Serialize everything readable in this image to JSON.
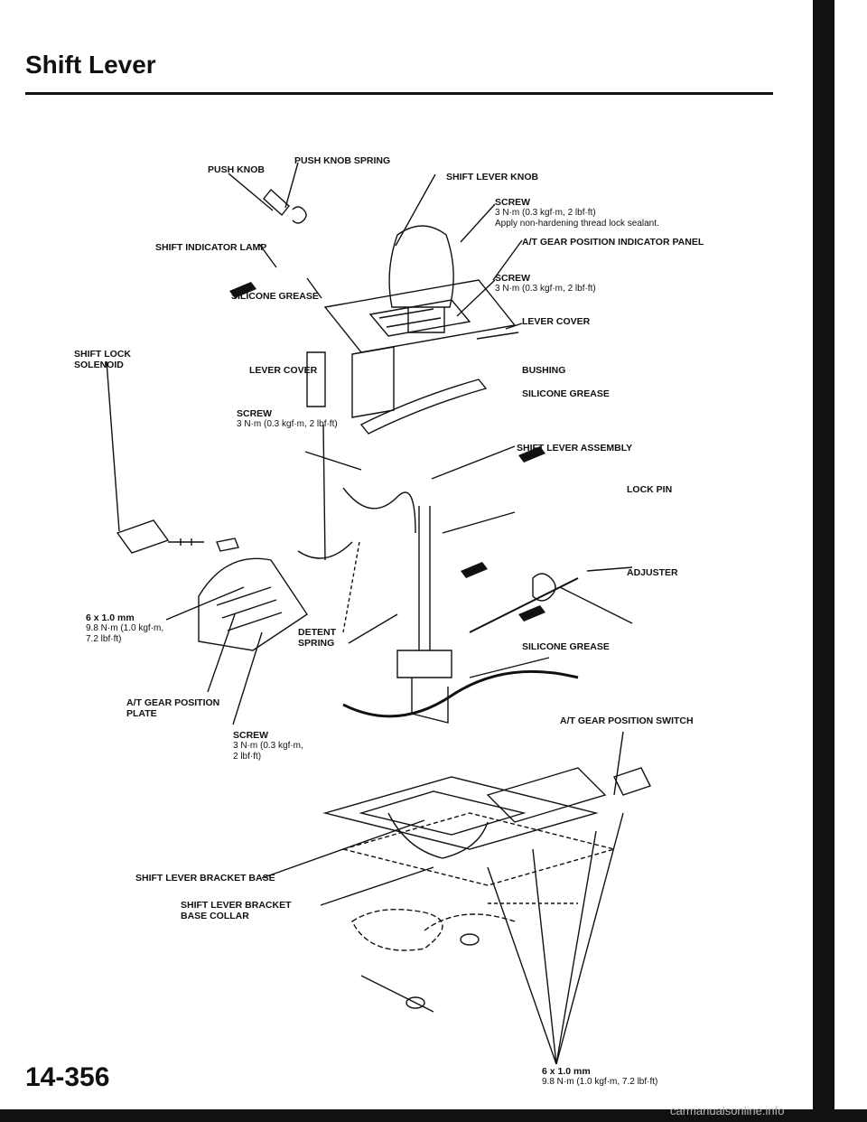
{
  "page": {
    "title": "Shift Lever",
    "page_number": "14-356",
    "watermark": "carmanualsonline.info"
  },
  "labels": {
    "push_knob": "PUSH KNOB",
    "push_knob_spring": "PUSH KNOB SPRING",
    "shift_lever_knob": "SHIFT LEVER KNOB",
    "screw": "SCREW",
    "screw_spec": "3 N·m (0.3 kgf·m, 2 lbf·ft)",
    "sealant_note": "Apply non-hardening thread lock sealant.",
    "silicone_grease": "SILICONE GREASE",
    "shift_indicator_lamp": "SHIFT INDICATOR LAMP",
    "at_gear_position_indicator_panel": "A/T GEAR POSITION INDICATOR PANEL",
    "lever_cover": "LEVER COVER",
    "shift_lock_solenoid_1": "SHIFT LOCK",
    "shift_lock_solenoid_2": "SOLENOID",
    "bushing": "BUSHING",
    "shift_lever_assembly": "SHIFT LEVER ASSEMBLY",
    "lock_pin": "LOCK PIN",
    "adjuster": "ADJUSTER",
    "bolt_size": "6 x 1.0 mm",
    "bolt_spec_1": "9.8 N·m (1.0 kgf·m,",
    "bolt_spec_2": "7.2 lbf·ft)",
    "bolt_spec_full": "9.8 N·m (1.0 kgf·m, 7.2 lbf·ft)",
    "detent_spring_1": "DETENT",
    "detent_spring_2": "SPRING",
    "at_gear_position_plate_1": "A/T GEAR POSITION",
    "at_gear_position_plate_2": "PLATE",
    "screw_spec_a": "3 N·m (0.3 kgf·m,",
    "screw_spec_b": "2 lbf·ft)",
    "at_gear_position_switch": "A/T GEAR POSITION SWITCH",
    "shift_lever_bracket_base": "SHIFT LEVER BRACKET BASE",
    "bracket_base_collar_1": "SHIFT LEVER BRACKET",
    "bracket_base_collar_2": "BASE COLLAR"
  }
}
